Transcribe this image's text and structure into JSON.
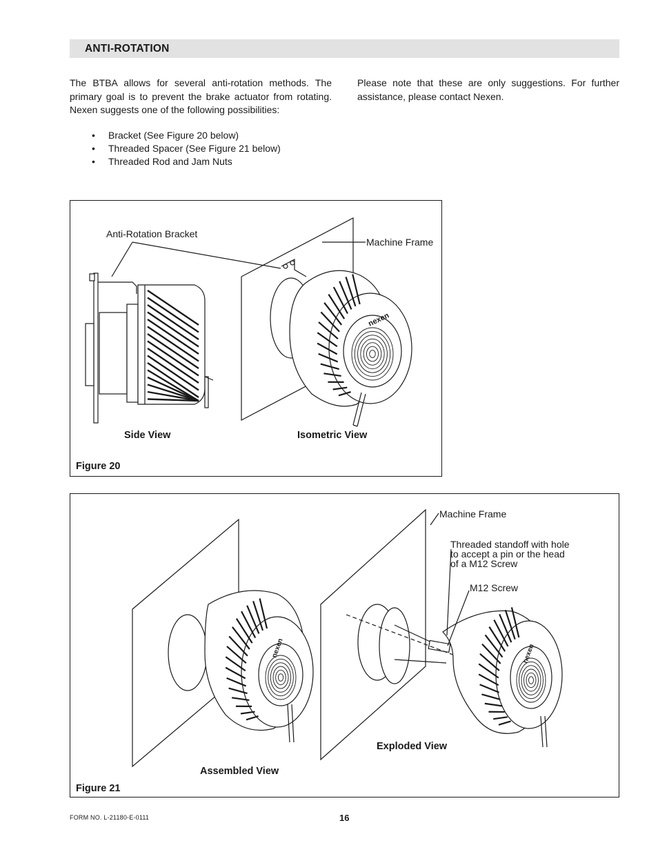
{
  "section": {
    "title": "ANTI-ROTATION"
  },
  "intro": {
    "left_paragraph": "The BTBA allows for several anti-rotation methods.  The primary goal is to prevent the brake actuator from rotating. Nexen suggests one of the following possibilities:",
    "bullets": [
      "Bracket (See Figure 20 below)",
      "Threaded Spacer (See Figure 21 below)",
      "Threaded Rod and Jam Nuts"
    ],
    "right_paragraph": "Please note that these are only suggestions.  For further assistance, please contact Nexen."
  },
  "figure20": {
    "caption": "Figure 20",
    "callout_bracket": "Anti-Rotation Bracket",
    "callout_frame": "Machine Frame",
    "side_view_label": "Side View",
    "iso_view_label": "Isometric View",
    "brand_mark": "nexen"
  },
  "figure21": {
    "caption": "Figure 21",
    "callout_frame": "Machine Frame",
    "callout_standoff": "Threaded standoff with hole to accept a pin or the head of a M12 Screw",
    "callout_screw": "M12 Screw",
    "assembled_label": "Assembled View",
    "exploded_label": "Exploded View",
    "brand_mark": "nexen"
  },
  "footer": {
    "form_number": "FORM NO. L-21180-E-0111",
    "page_number": "16"
  }
}
